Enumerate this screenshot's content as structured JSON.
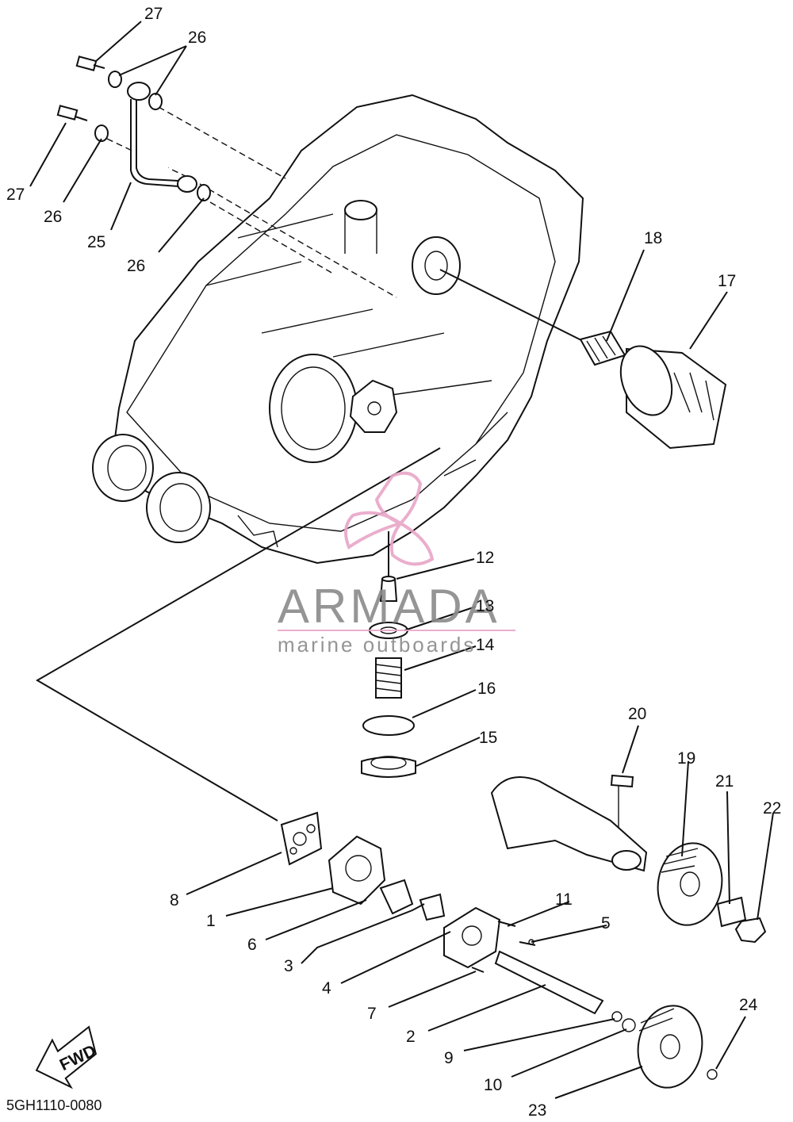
{
  "diagram": {
    "part_numbers": [
      "1",
      "2",
      "3",
      "4",
      "5",
      "6",
      "7",
      "8",
      "9",
      "10",
      "11",
      "12",
      "13",
      "14",
      "15",
      "16",
      "17",
      "18",
      "19",
      "20",
      "21",
      "22",
      "23",
      "24",
      "25",
      "26",
      "27"
    ],
    "drawing_code": "5GH1110-0080",
    "fwd_label": "FWD",
    "watermark": {
      "brand": "ARMADA",
      "tagline": "marine outboards",
      "accent_color": "#e8a6c8",
      "text_color": "#8a8a8a"
    }
  }
}
